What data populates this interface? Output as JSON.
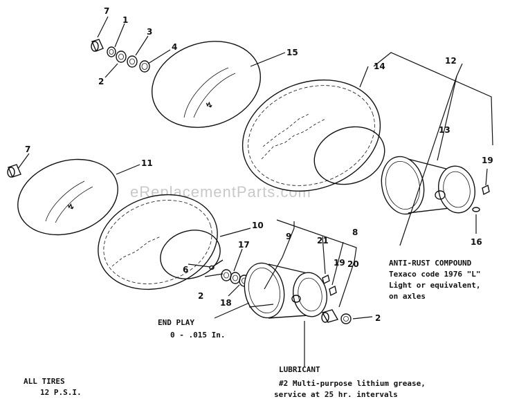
{
  "watermark": "eReplacementParts.com",
  "callouts": {
    "n1": "1",
    "n2a": "2",
    "n3": "3",
    "n4": "4",
    "n7a": "7",
    "n15": "15",
    "n14": "14",
    "n12": "12",
    "n13": "13",
    "n19a": "19",
    "n16": "16",
    "n7b": "7",
    "n11": "11",
    "n10": "10",
    "n9": "9",
    "n8": "8",
    "n21": "21",
    "n19b": "19",
    "n20": "20",
    "n17": "17",
    "n6": "6",
    "n2b": "2",
    "n18": "18",
    "n2c": "2"
  },
  "notes": {
    "anti_rust_title": "ANTI-RUST COMPOUND",
    "anti_rust_line1": "Texaco code 1976 \"L\"",
    "anti_rust_line2": "Light or equivalent,",
    "anti_rust_line3": "on axles",
    "end_play_title": "END PLAY",
    "end_play_value": "0 - .015 In.",
    "lubricant_title": "LUBRICANT",
    "lubricant_line1": "#2 Multi-purpose lithium grease,",
    "lubricant_line2": "service at 25 hr. intervals",
    "tires_title": "ALL TIRES",
    "tires_value": "12 P.S.I."
  }
}
